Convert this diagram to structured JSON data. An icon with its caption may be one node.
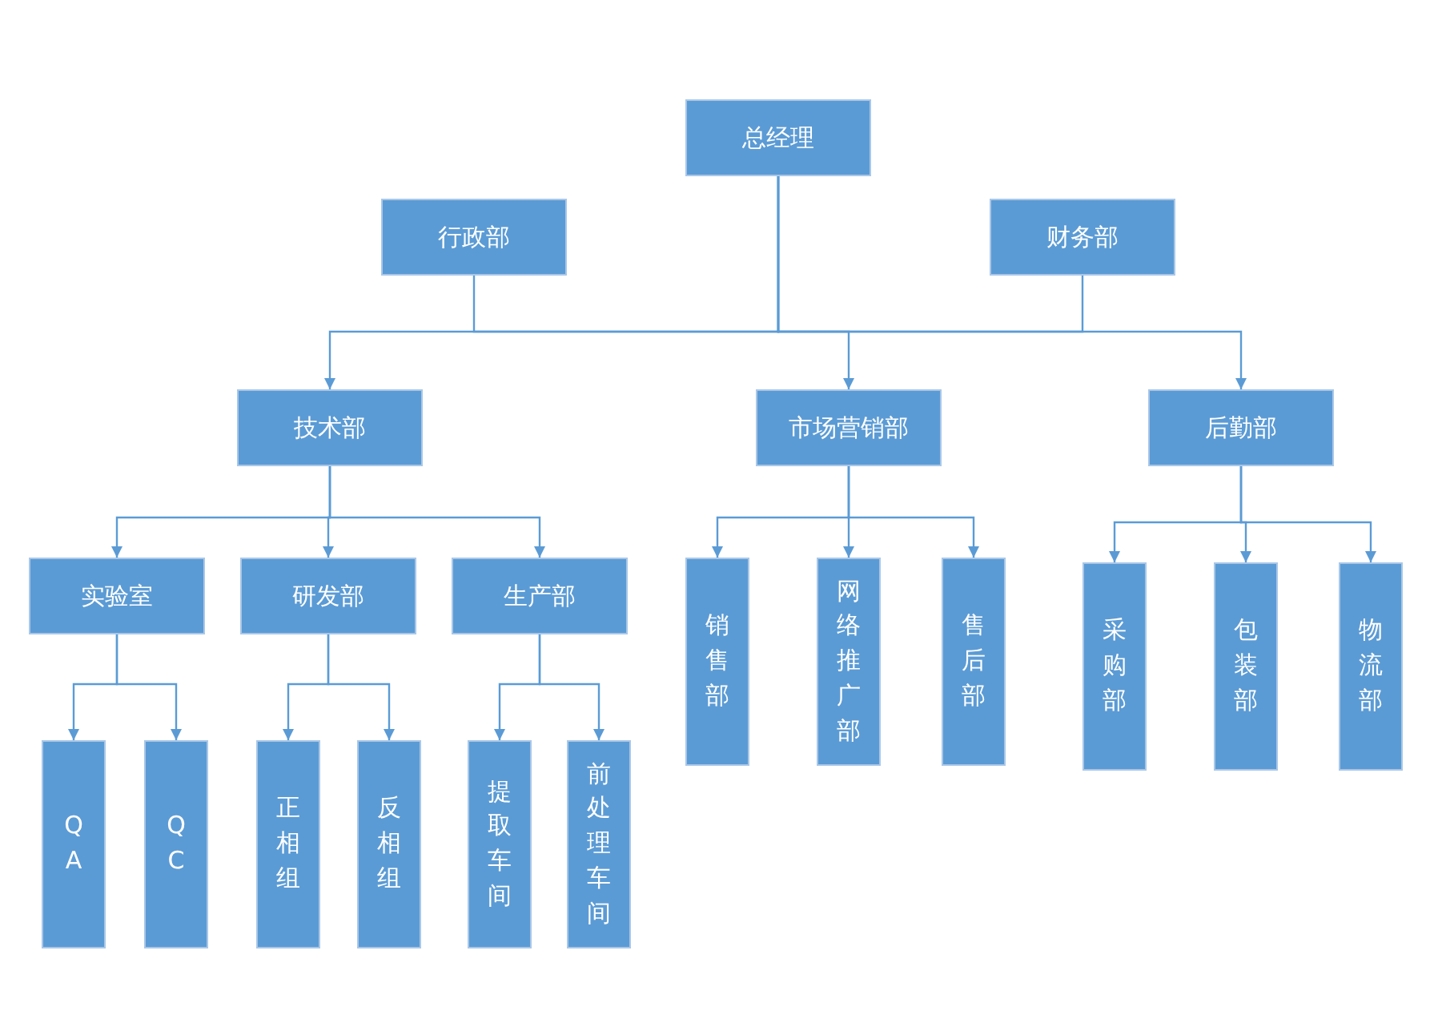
{
  "diagram": {
    "nodes": [
      {
        "text": [
          "总经理"
        ]
      },
      {
        "text": [
          "行政部"
        ]
      },
      {
        "text": [
          "财务部"
        ]
      },
      {
        "text": [
          "技术部"
        ]
      },
      {
        "text": [
          "市场营销部"
        ]
      },
      {
        "text": [
          "后勤部"
        ]
      },
      {
        "text": [
          "实验室"
        ]
      },
      {
        "text": [
          "研发部"
        ]
      },
      {
        "text": [
          "生产部"
        ]
      },
      {
        "text": [
          "销售部"
        ]
      },
      {
        "text": [
          "网络推广部"
        ]
      },
      {
        "text": [
          "售后部"
        ]
      },
      {
        "text": [
          "采购部"
        ]
      },
      {
        "text": [
          "包装部"
        ]
      },
      {
        "text": [
          "物流部"
        ]
      },
      {
        "text": [
          "QA"
        ]
      },
      {
        "text": [
          "QC"
        ]
      },
      {
        "text": [
          "正相组"
        ]
      },
      {
        "text": [
          "反相组"
        ]
      },
      {
        "text": [
          "提取车间"
        ]
      },
      {
        "text": [
          "前处理车间"
        ]
      }
    ],
    "edges": [
      {
        "from": 0,
        "to": 1,
        "arrow": "none"
      },
      {
        "from": 0,
        "to": 2,
        "arrow": "none"
      },
      {
        "from": 0,
        "to": 3,
        "arrow": "to"
      },
      {
        "from": 0,
        "to": 4,
        "arrow": "to"
      },
      {
        "from": 0,
        "to": 5,
        "arrow": "to"
      },
      {
        "from": 3,
        "to": 6,
        "arrow": "to"
      },
      {
        "from": 3,
        "to": 7,
        "arrow": "to"
      },
      {
        "from": 3,
        "to": 8,
        "arrow": "to"
      },
      {
        "from": 4,
        "to": 9,
        "arrow": "to"
      },
      {
        "from": 4,
        "to": 10,
        "arrow": "to"
      },
      {
        "from": 4,
        "to": 11,
        "arrow": "to"
      },
      {
        "from": 5,
        "to": 12,
        "arrow": "to"
      },
      {
        "from": 5,
        "to": 13,
        "arrow": "to"
      },
      {
        "from": 5,
        "to": 14,
        "arrow": "to"
      },
      {
        "from": 6,
        "to": 15,
        "arrow": "to"
      },
      {
        "from": 6,
        "to": 16,
        "arrow": "to"
      },
      {
        "from": 7,
        "to": 17,
        "arrow": "to"
      },
      {
        "from": 7,
        "to": 18,
        "arrow": "to"
      },
      {
        "from": 8,
        "to": 19,
        "arrow": "to"
      },
      {
        "from": 8,
        "to": 20,
        "arrow": "to"
      }
    ]
  }
}
